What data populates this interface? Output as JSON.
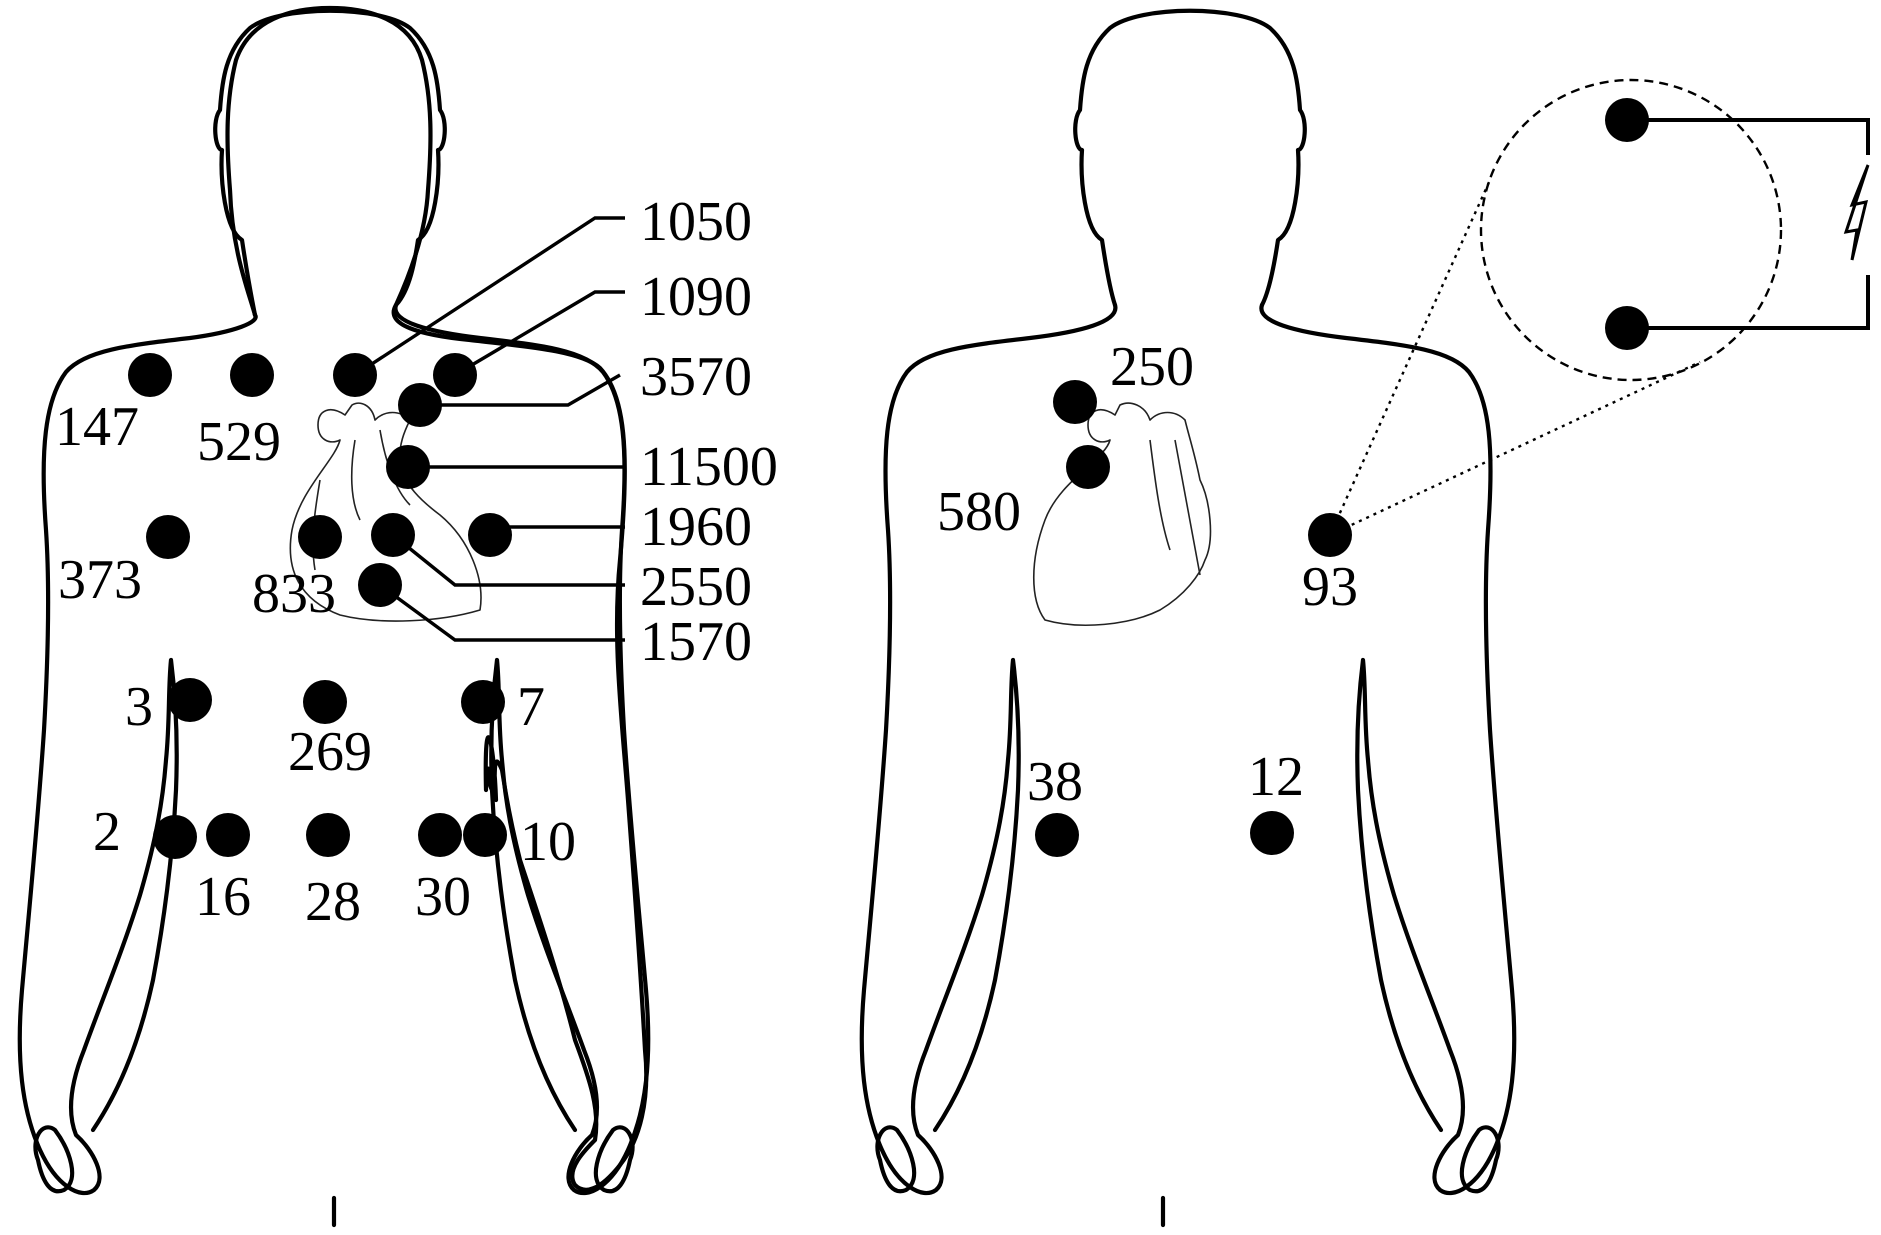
{
  "front_view": {
    "electrodes": [
      {
        "id": "e147",
        "label": "147"
      },
      {
        "id": "e529",
        "label": "529"
      },
      {
        "id": "e1050",
        "label": "1050"
      },
      {
        "id": "e1090",
        "label": "1090"
      },
      {
        "id": "e3570",
        "label": "3570"
      },
      {
        "id": "e11500",
        "label": "11500"
      },
      {
        "id": "e373",
        "label": "373"
      },
      {
        "id": "e833",
        "label": "833"
      },
      {
        "id": "e2550",
        "label": "2550"
      },
      {
        "id": "e1960",
        "label": "1960"
      },
      {
        "id": "e1570",
        "label": "1570"
      },
      {
        "id": "e3",
        "label": "3"
      },
      {
        "id": "e269",
        "label": "269"
      },
      {
        "id": "e7",
        "label": "7"
      },
      {
        "id": "e2",
        "label": "2"
      },
      {
        "id": "e16",
        "label": "16"
      },
      {
        "id": "e28",
        "label": "28"
      },
      {
        "id": "e30",
        "label": "30"
      },
      {
        "id": "e10",
        "label": "10"
      }
    ]
  },
  "back_view": {
    "electrodes": [
      {
        "id": "b250",
        "label": "250"
      },
      {
        "id": "b580",
        "label": "580"
      },
      {
        "id": "b93",
        "label": "93"
      },
      {
        "id": "b38",
        "label": "38"
      },
      {
        "id": "b12",
        "label": "12"
      }
    ]
  },
  "inset": {
    "electrode_count": 2,
    "source_icon": "lightning-bolt-icon"
  }
}
